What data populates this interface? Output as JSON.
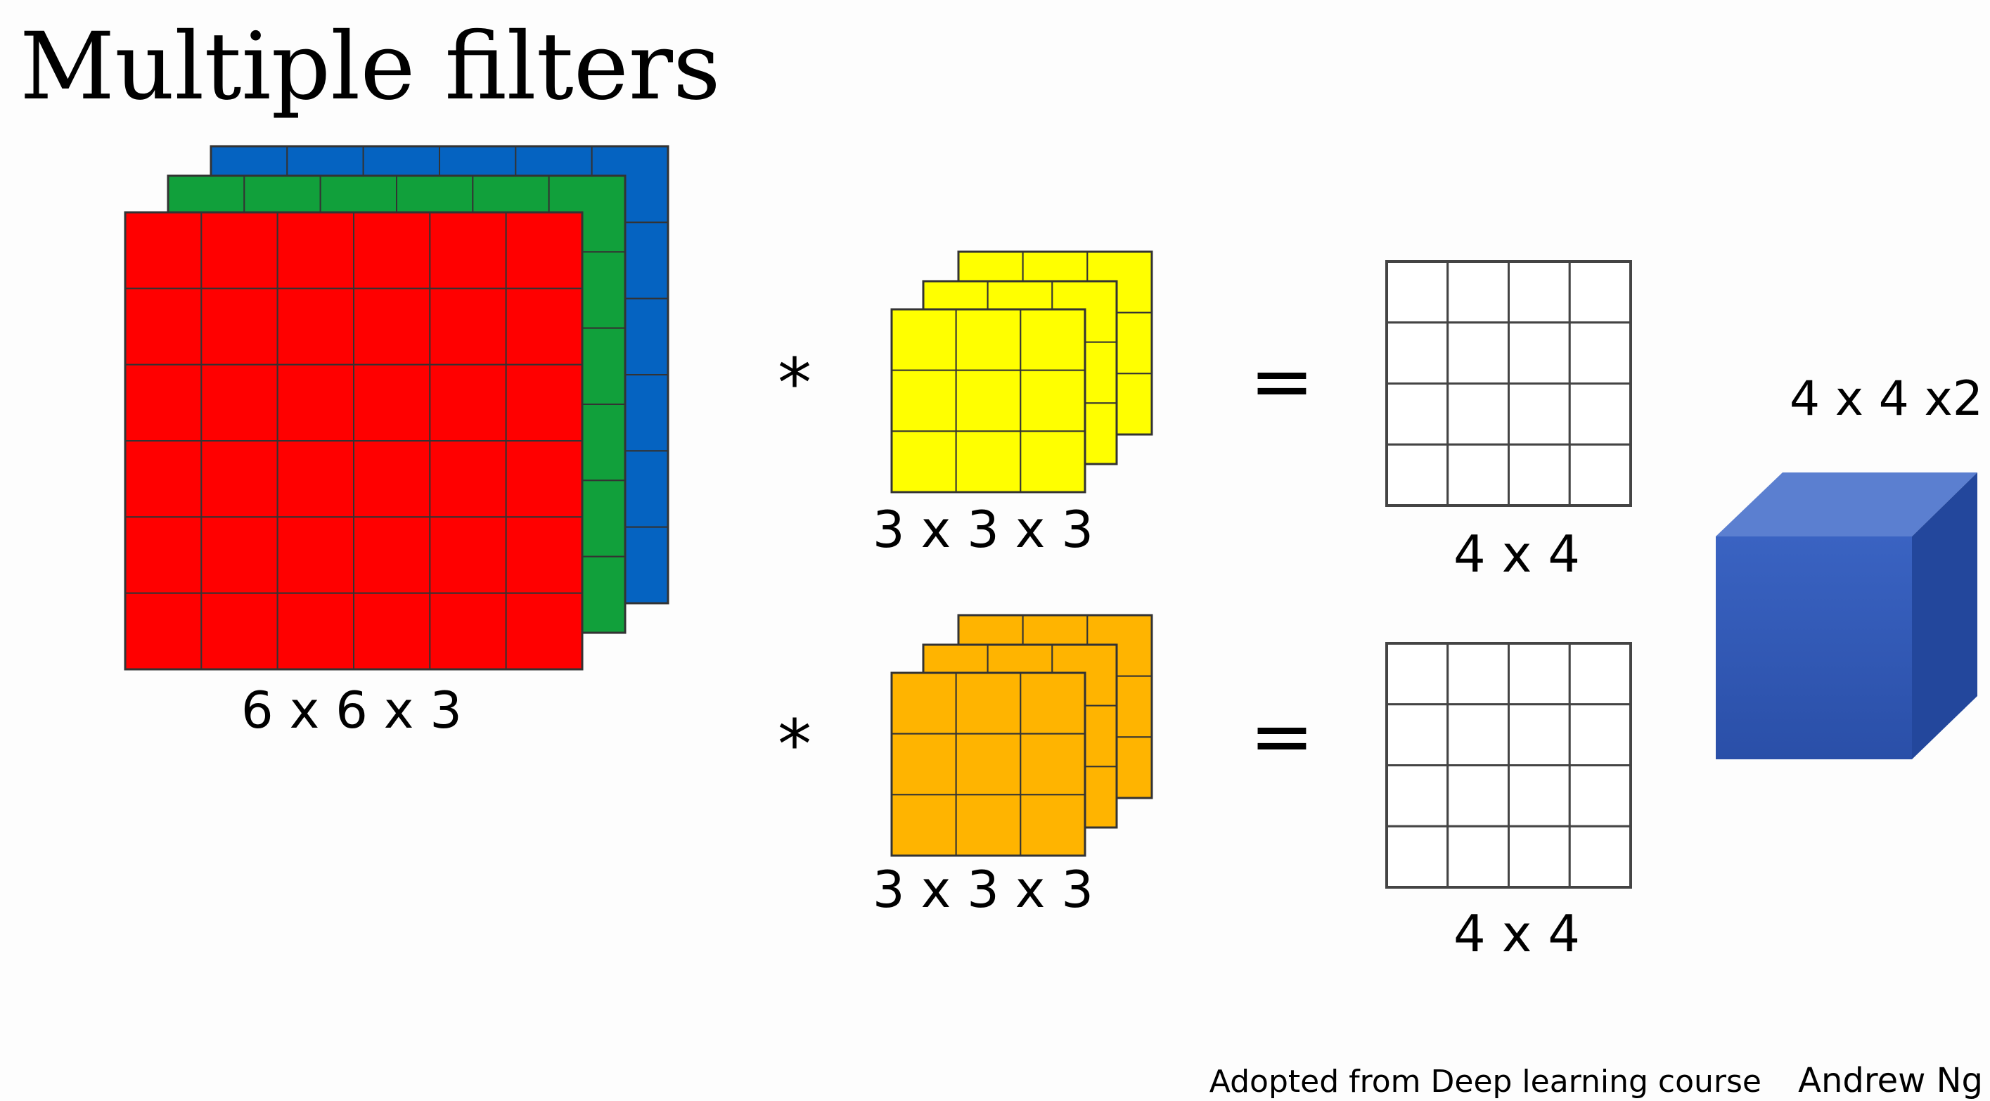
{
  "slide": {
    "title": "Multiple filters",
    "input_label": "6 x 6 x 3",
    "filter1_label": "3 x 3 x 3",
    "filter2_label": "3 x 3 x 3",
    "output1_label": "4 x 4",
    "output2_label": "4 x 4",
    "volume_label": "4 x 4 x2",
    "conv_symbol": "*",
    "equals_symbol": "=",
    "footer_credit": "Adopted from Deep learning course",
    "footer_author": "Andrew Ng"
  },
  "input_volume": {
    "rows": 6,
    "cols": 6,
    "channels": [
      "#0563c1",
      "#11a03b",
      "#ff0000"
    ]
  },
  "filters": [
    {
      "rows": 3,
      "cols": 3,
      "channels": 3,
      "color": "#ffff00"
    },
    {
      "rows": 3,
      "cols": 3,
      "channels": 3,
      "color": "#ffb400"
    }
  ],
  "outputs": [
    {
      "rows": 4,
      "cols": 4
    },
    {
      "rows": 4,
      "cols": 4
    }
  ],
  "output_volume": {
    "front": "#2d56b3",
    "top": "#5b7fd0",
    "side": "#23479c"
  },
  "colors": {
    "grid_line": "#333333",
    "output_grid": "#444444"
  }
}
